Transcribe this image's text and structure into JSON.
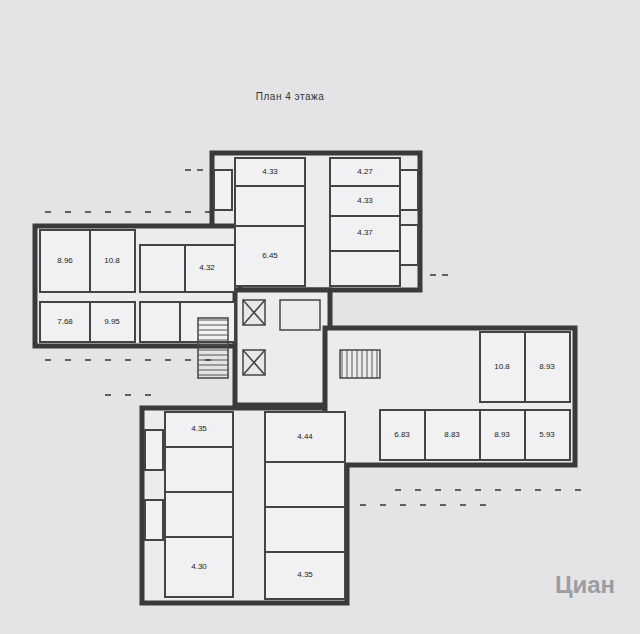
{
  "diagram": {
    "title": "План 4 этажа",
    "labels": [
      "4.33",
      "4.27",
      "6.45",
      "4.33",
      "4.37",
      "8.96",
      "10.8",
      "7.68",
      "9.95",
      "4.32",
      "10.8",
      "8.93",
      "6.83",
      "8.83",
      "8.93",
      "5.93",
      "4.35",
      "4.30",
      "4.44",
      "4.35",
      "Циан"
    ]
  }
}
